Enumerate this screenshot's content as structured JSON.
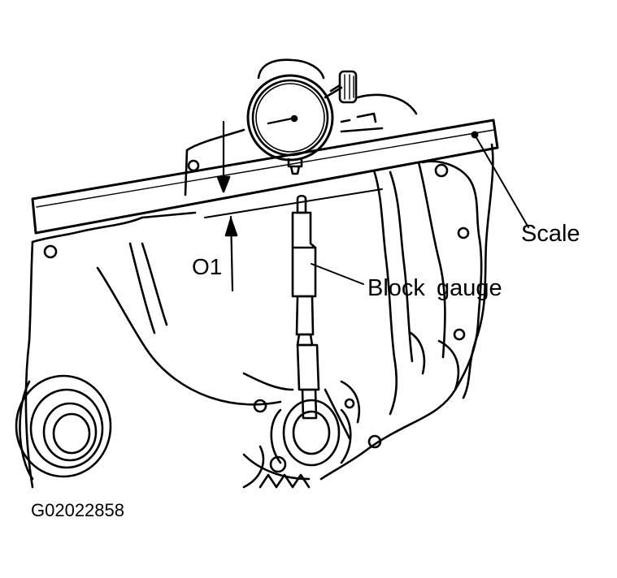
{
  "labels": {
    "scale": "Scale",
    "block_gauge": "Block  gauge",
    "offset": "O1",
    "figure_id": "G02022858"
  },
  "colors": {
    "ink": "#000000",
    "paper": "#ffffff"
  }
}
